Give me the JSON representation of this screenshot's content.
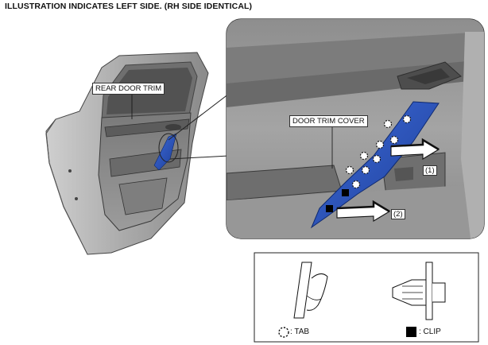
{
  "header": {
    "text": "ILLUSTRATION INDICATES LEFT SIDE.  (RH SIDE IDENTICAL)"
  },
  "callouts": {
    "rear_door_trim": "REAR DOOR TRIM",
    "door_trim_cover": "DOOR TRIM COVER",
    "step_1": "(1)",
    "step_2": "(2)"
  },
  "legend": {
    "tab_label": ": TAB",
    "clip_label": ": CLIP"
  },
  "colors": {
    "cover_blue": "#2a52b8",
    "door_gray": "#8c8c8c",
    "arrow_fill": "#ffffff"
  }
}
